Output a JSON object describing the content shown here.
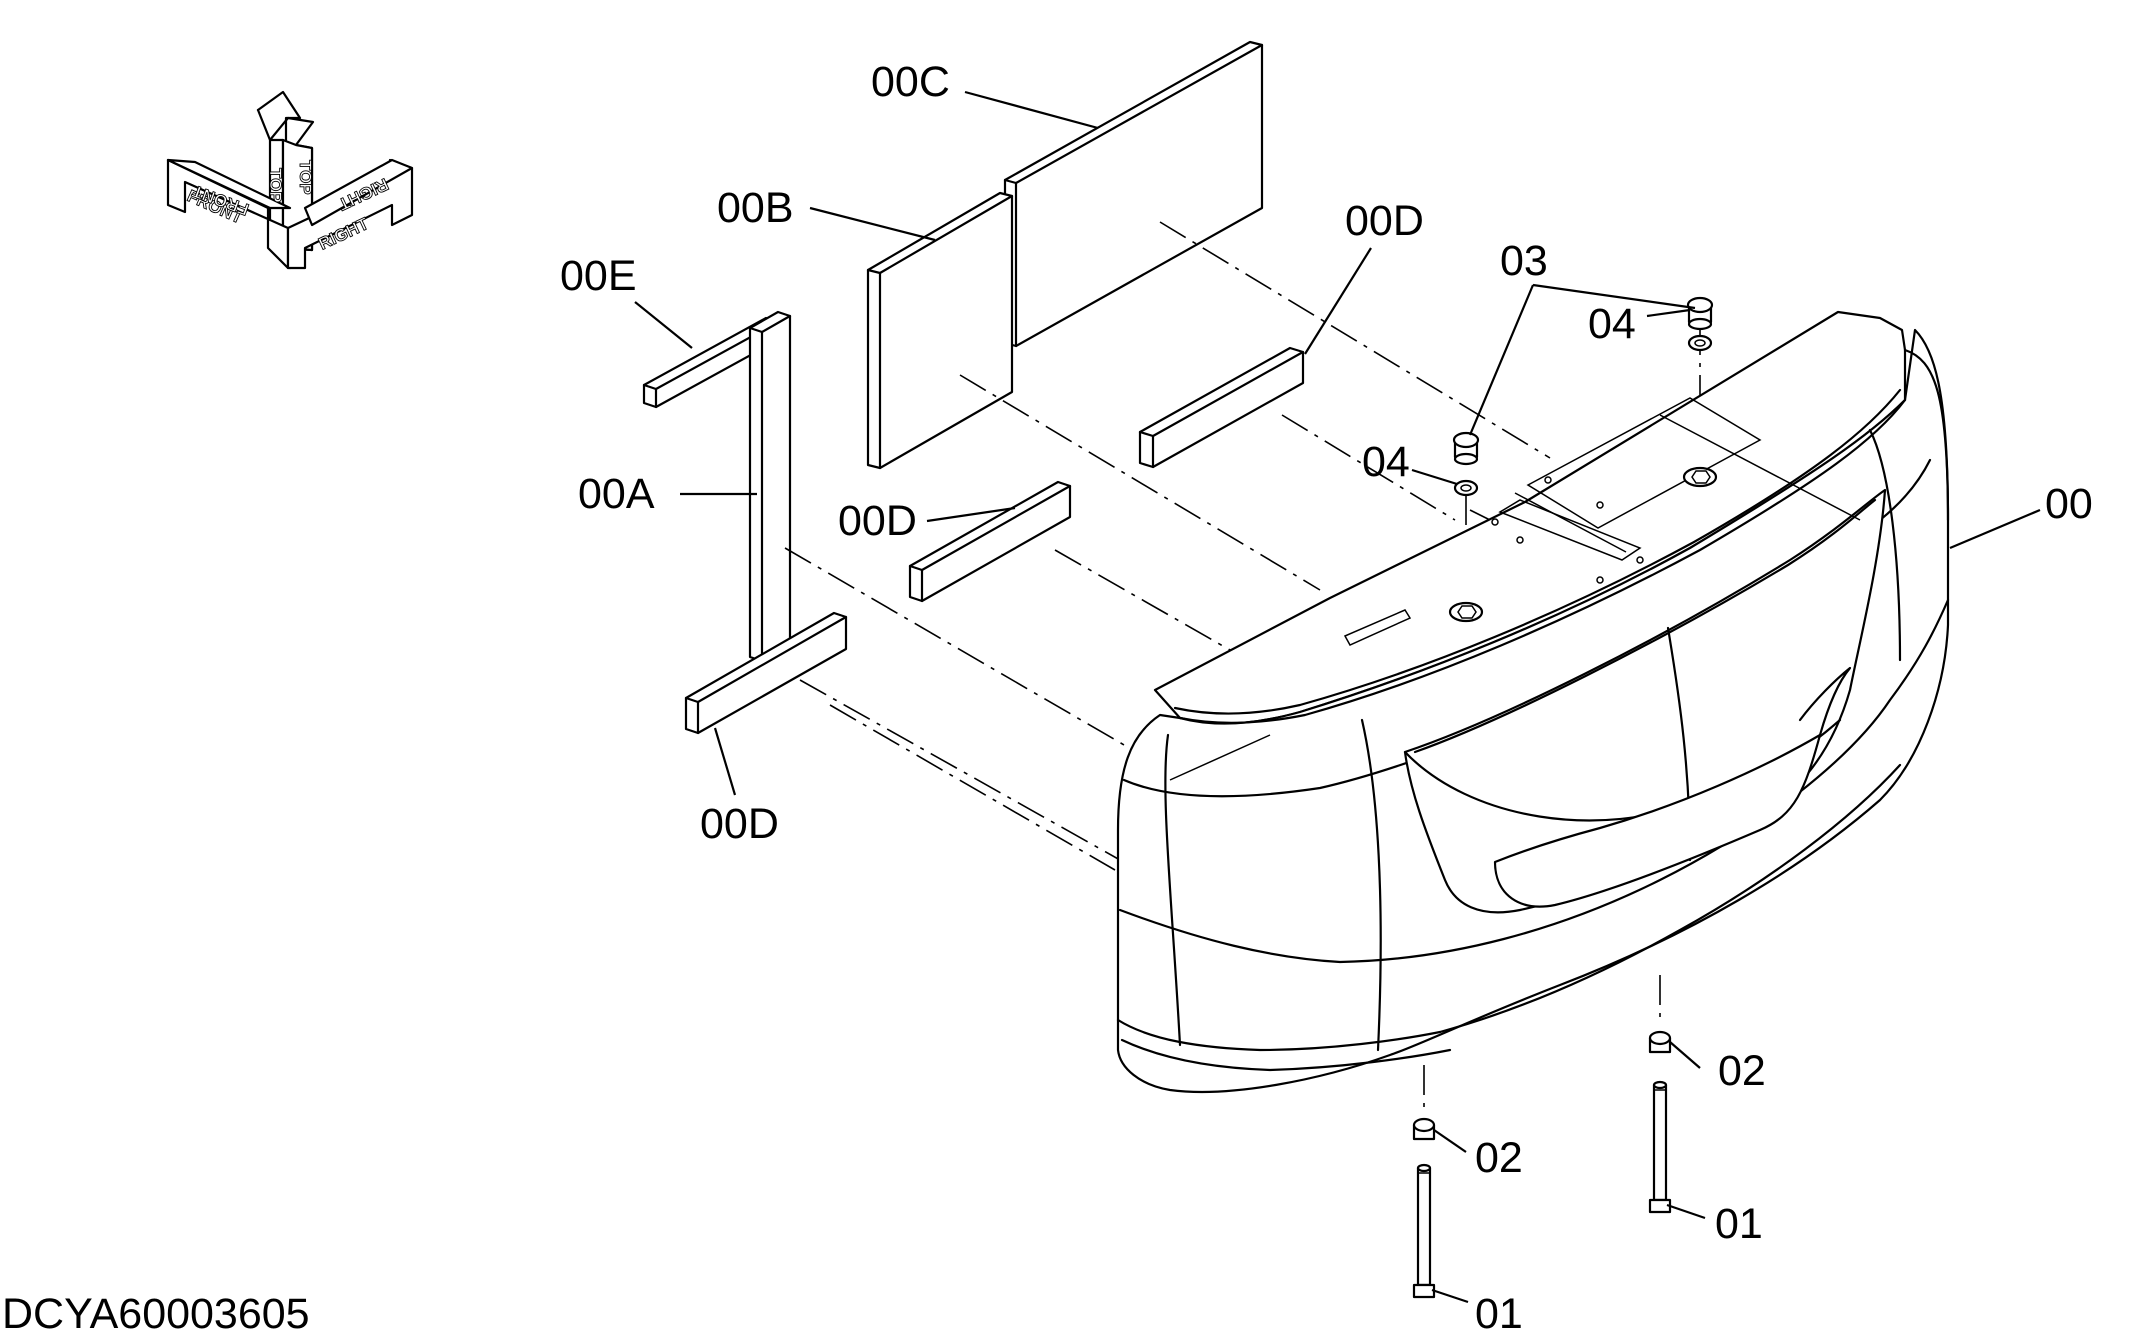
{
  "orientation": {
    "front": "FRONT",
    "top": "TOP",
    "right": "RIGHT"
  },
  "labels": {
    "counterweight": "00",
    "plate_a": "00A",
    "plate_b": "00B",
    "plate_c": "00C",
    "block_d_upper": "00D",
    "block_d_mid": "00D",
    "block_d_lower": "00D",
    "block_e": "00E",
    "bolt_front": "01",
    "bolt_rear": "01",
    "washer_front": "02",
    "washer_rear": "02",
    "plug": "03",
    "ring_left": "04",
    "ring_right": "04"
  },
  "drawing_code": "DCYA60003605"
}
